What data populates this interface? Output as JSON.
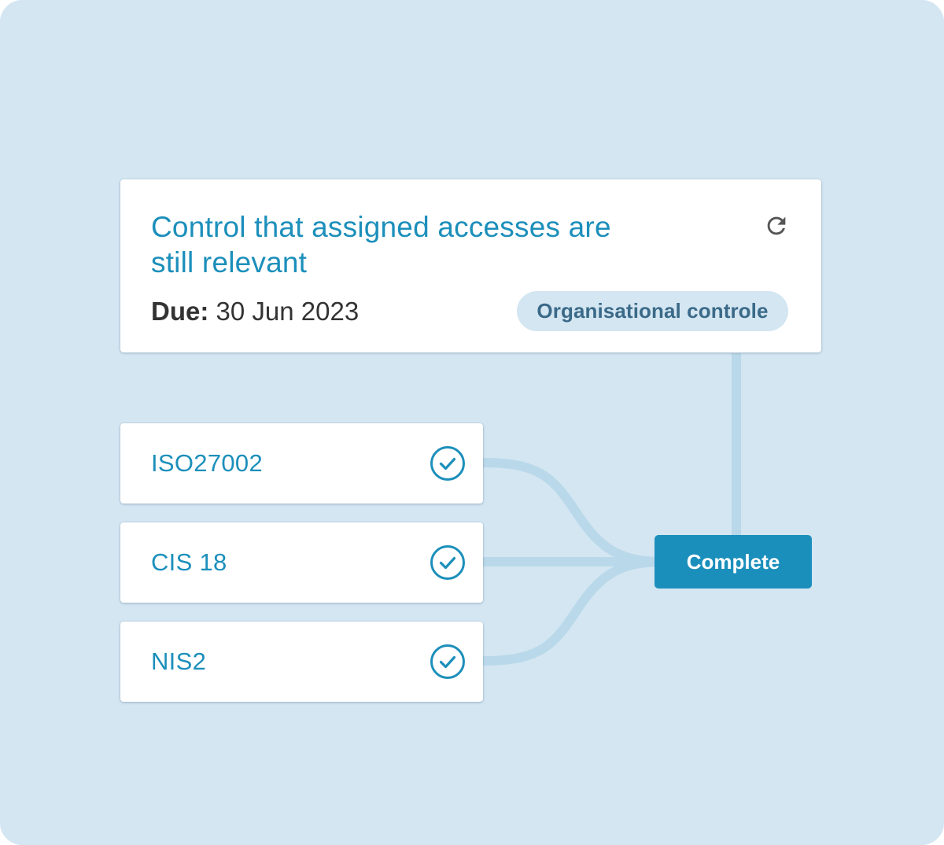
{
  "task": {
    "title": "Control that assigned accesses are still relevant",
    "due_label": "Due:",
    "due_date": "30 Jun 2023",
    "tag": "Organisational controle",
    "refresh_icon": "refresh-icon"
  },
  "standards": [
    {
      "label": "ISO27002",
      "status_icon": "check-circle-icon"
    },
    {
      "label": "CIS 18",
      "status_icon": "check-circle-icon"
    },
    {
      "label": "NIS2",
      "status_icon": "check-circle-icon"
    }
  ],
  "action": {
    "complete_label": "Complete"
  },
  "colors": {
    "background": "#d4e6f2",
    "accent": "#1b8fbc",
    "title": "#1c8fbb",
    "tag_background": "#d3e6f2",
    "tag_text": "#3b6a88",
    "connector": "#b8d8e9"
  }
}
